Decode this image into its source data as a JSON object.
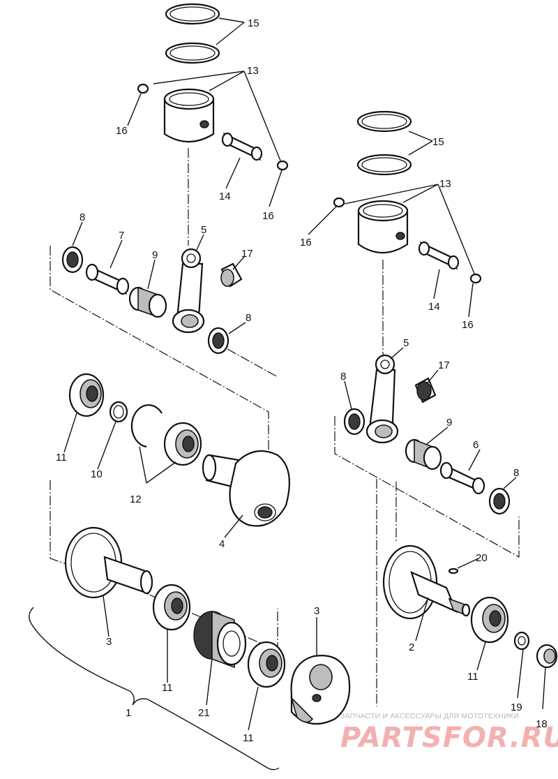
{
  "diagram": {
    "callouts": {
      "c15a": "15",
      "c13a": "13",
      "c16a": "16",
      "c14a": "14",
      "c16b": "16",
      "c8a": "8",
      "c7": "7",
      "c9a": "9",
      "c5a": "5",
      "c17a": "17",
      "c8b": "8",
      "c11a": "11",
      "c10": "10",
      "c12": "12",
      "c4": "4",
      "c3a": "3",
      "c11b": "11",
      "c21": "21",
      "c11c": "11",
      "c3b": "3",
      "c1": "1",
      "c15b": "15",
      "c13b": "13",
      "c16c": "16",
      "c14b": "14",
      "c16d": "16",
      "c5b": "5",
      "c17b": "17",
      "c8c": "8",
      "c9b": "9",
      "c6": "6",
      "c8d": "8",
      "c20": "20",
      "c2": "2",
      "c11d": "11",
      "c19": "19",
      "c18": "18"
    }
  },
  "watermark": {
    "tagline": "ЗАПЧАСТИ И АКСЕССУАРЫ ДЛЯ МОТОТЕХНИКИ",
    "logo": "PARTSFOR.RU"
  }
}
